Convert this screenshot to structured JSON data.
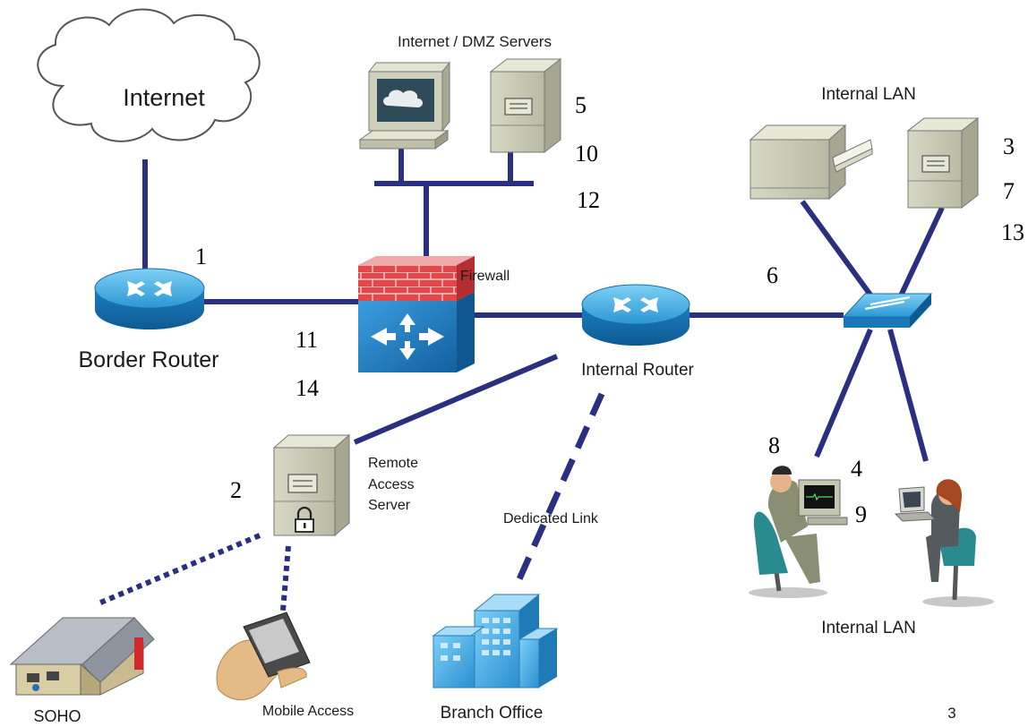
{
  "labels": {
    "internet": "Internet",
    "dmz_servers": "Internet / DMZ Servers",
    "internal_lan_top": "Internal LAN",
    "firewall": "Firewall",
    "border_router": "Border Router",
    "internal_router": "Internal Router",
    "remote_access_1": "Remote",
    "remote_access_2": "Access",
    "remote_access_3": "Server",
    "dedicated_link": "Dedicated Link",
    "internal_lan_bottom": "Internal LAN",
    "soho": "SOHO",
    "mobile_access": "Mobile Access",
    "branch_office": "Branch Office",
    "slide_number": "3"
  },
  "markers": {
    "m1": "1",
    "m2": "2",
    "m3": "3",
    "m4": "4",
    "m5": "5",
    "m6": "6",
    "m7": "7",
    "m8": "8",
    "m9": "9",
    "m10": "10",
    "m11": "11",
    "m12": "12",
    "m13": "13",
    "m14": "14"
  },
  "colors": {
    "link": "#2b2f80",
    "router_blue": "#1f8fcf",
    "firewall_red": "#e03a3e",
    "firewall_blue": "#1e7fc4",
    "server_gray": "#c8c9b2",
    "building_blue": "#4fb4ea"
  }
}
